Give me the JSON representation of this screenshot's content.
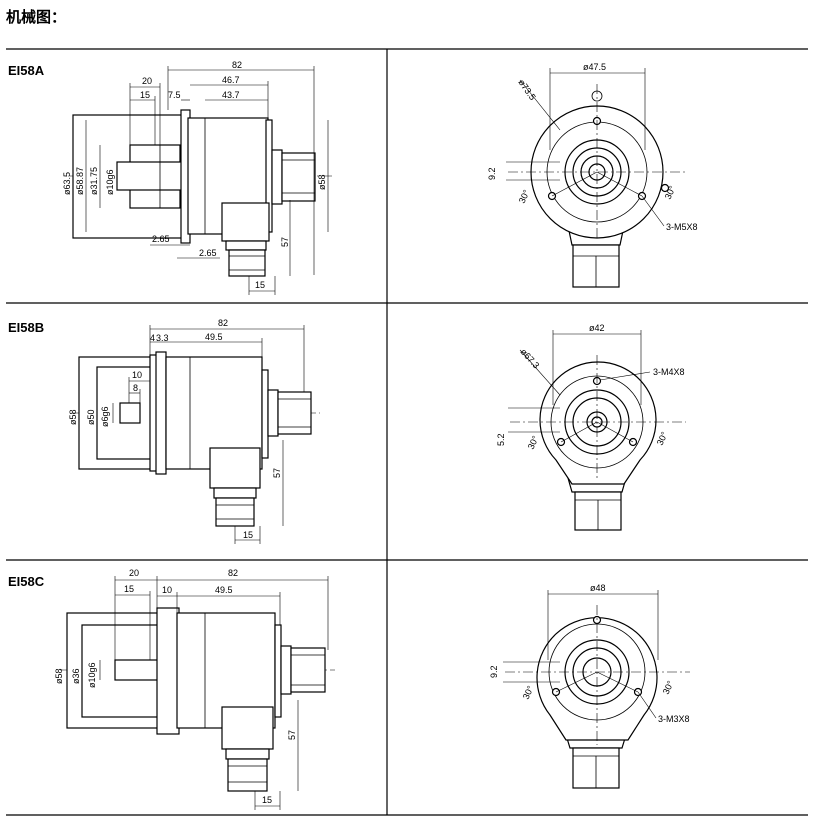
{
  "title": "机械图：",
  "rows": [
    {
      "model": "EI58A",
      "side": {
        "overall": "82",
        "shaft_len": "20",
        "sub15": "15",
        "flange": "7.5",
        "body_len": "46.7",
        "body_inner": "43.7",
        "dia_flange": "ø63.5",
        "dia_body": "ø58.87",
        "dia_pilot": "ø31.75",
        "dia_shaft": "ø10g6",
        "dia_conn": "ø58",
        "t1": "2.65",
        "t2": "2.65",
        "conn_h": "57",
        "conn_w": "15"
      },
      "front": {
        "pcd_top": "ø47.5",
        "pcd_diag": "ø73.5",
        "offset": "9.2",
        "angle_l": "30°",
        "angle_r": "30°",
        "screws": "3-M5X8"
      }
    },
    {
      "model": "EI58B",
      "side": {
        "overall": "82",
        "flange_a": "4",
        "flange_b": "3.3",
        "body_len": "49.5",
        "sub10": "10",
        "sub8": "8",
        "dia_body": "ø58",
        "dia_pilot": "ø50",
        "dia_shaft": "ø6g6",
        "conn_h": "57",
        "conn_w": "15"
      },
      "front": {
        "pcd_top": "ø42",
        "pcd_diag": "ø67.3",
        "offset": "5.2",
        "angle_l": "30°",
        "angle_r": "30°",
        "screws": "3-M4X8"
      }
    },
    {
      "model": "EI58C",
      "side": {
        "shaft_len": "20",
        "sub15": "15",
        "flange": "10",
        "overall": "82",
        "body_len": "49.5",
        "dia_body": "ø58",
        "dia_pilot": "ø36",
        "dia_shaft": "ø10g6",
        "conn_h": "57",
        "conn_w": "15"
      },
      "front": {
        "pcd_top": "ø48",
        "offset": "9.2",
        "angle_l": "30°",
        "angle_r": "30°",
        "screws": "3-M3X8"
      }
    }
  ]
}
